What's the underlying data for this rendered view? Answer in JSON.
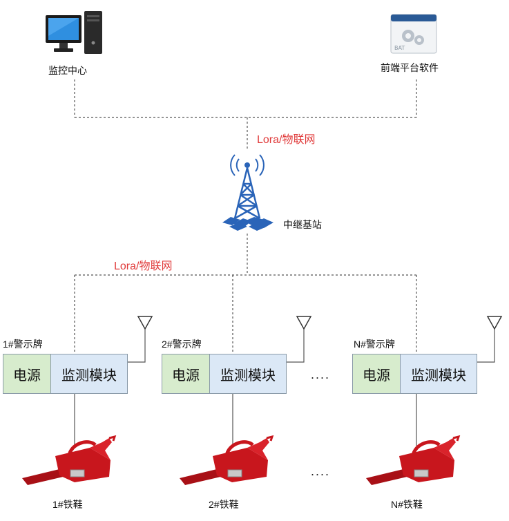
{
  "monitor_center": {
    "label": "监控中心"
  },
  "software": {
    "label": "前端平台软件",
    "icon_text": "BAT"
  },
  "network_top": {
    "label": "Lora/物联网"
  },
  "network_bottom": {
    "label": "Lora/物联网"
  },
  "relay": {
    "label": "中继基站"
  },
  "signs": [
    {
      "label": "1#警示牌",
      "power": "电源",
      "module": "监测模块",
      "shoe": "1#铁鞋"
    },
    {
      "label": "2#警示牌",
      "power": "电源",
      "module": "监测模块",
      "shoe": "2#铁鞋"
    },
    {
      "label": "N#警示牌",
      "power": "电源",
      "module": "监测模块",
      "shoe": "N#铁鞋"
    }
  ],
  "ellipsis": {
    "row1": "....",
    "row2": "...."
  },
  "colors": {
    "network_label": "#e03a3a",
    "power_box": "#d7eccd",
    "module_box": "#dbe8f6",
    "tower": "#2a64b8",
    "shoe": "#c8161d"
  }
}
